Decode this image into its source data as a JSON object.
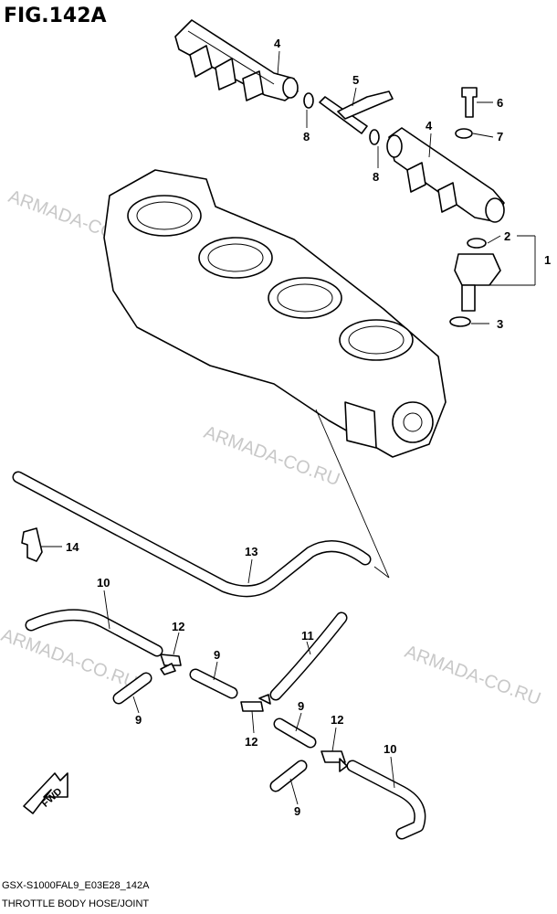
{
  "figure": {
    "title": "FIG.142A"
  },
  "watermarks": [
    "ARMADA-CO.RU",
    "ARMADA-CO.RU",
    "ARMADA-CO.RU",
    "ARMADA-CO.RU"
  ],
  "callouts": {
    "c1": "1",
    "c2": "2",
    "c3": "3",
    "c4a": "4",
    "c4b": "4",
    "c5": "5",
    "c6": "6",
    "c7": "7",
    "c8a": "8",
    "c8b": "8",
    "c9a": "9",
    "c9b": "9",
    "c9c": "9",
    "c9d": "9",
    "c10a": "10",
    "c10b": "10",
    "c11": "11",
    "c12a": "12",
    "c12b": "12",
    "c12c": "12",
    "c13": "13",
    "c14": "14"
  },
  "fwd_label": "FWD",
  "footer": {
    "code": "GSX-S1000FAL9_E03E28_142A",
    "caption": "THROTTLE BODY HOSE/JOINT"
  }
}
